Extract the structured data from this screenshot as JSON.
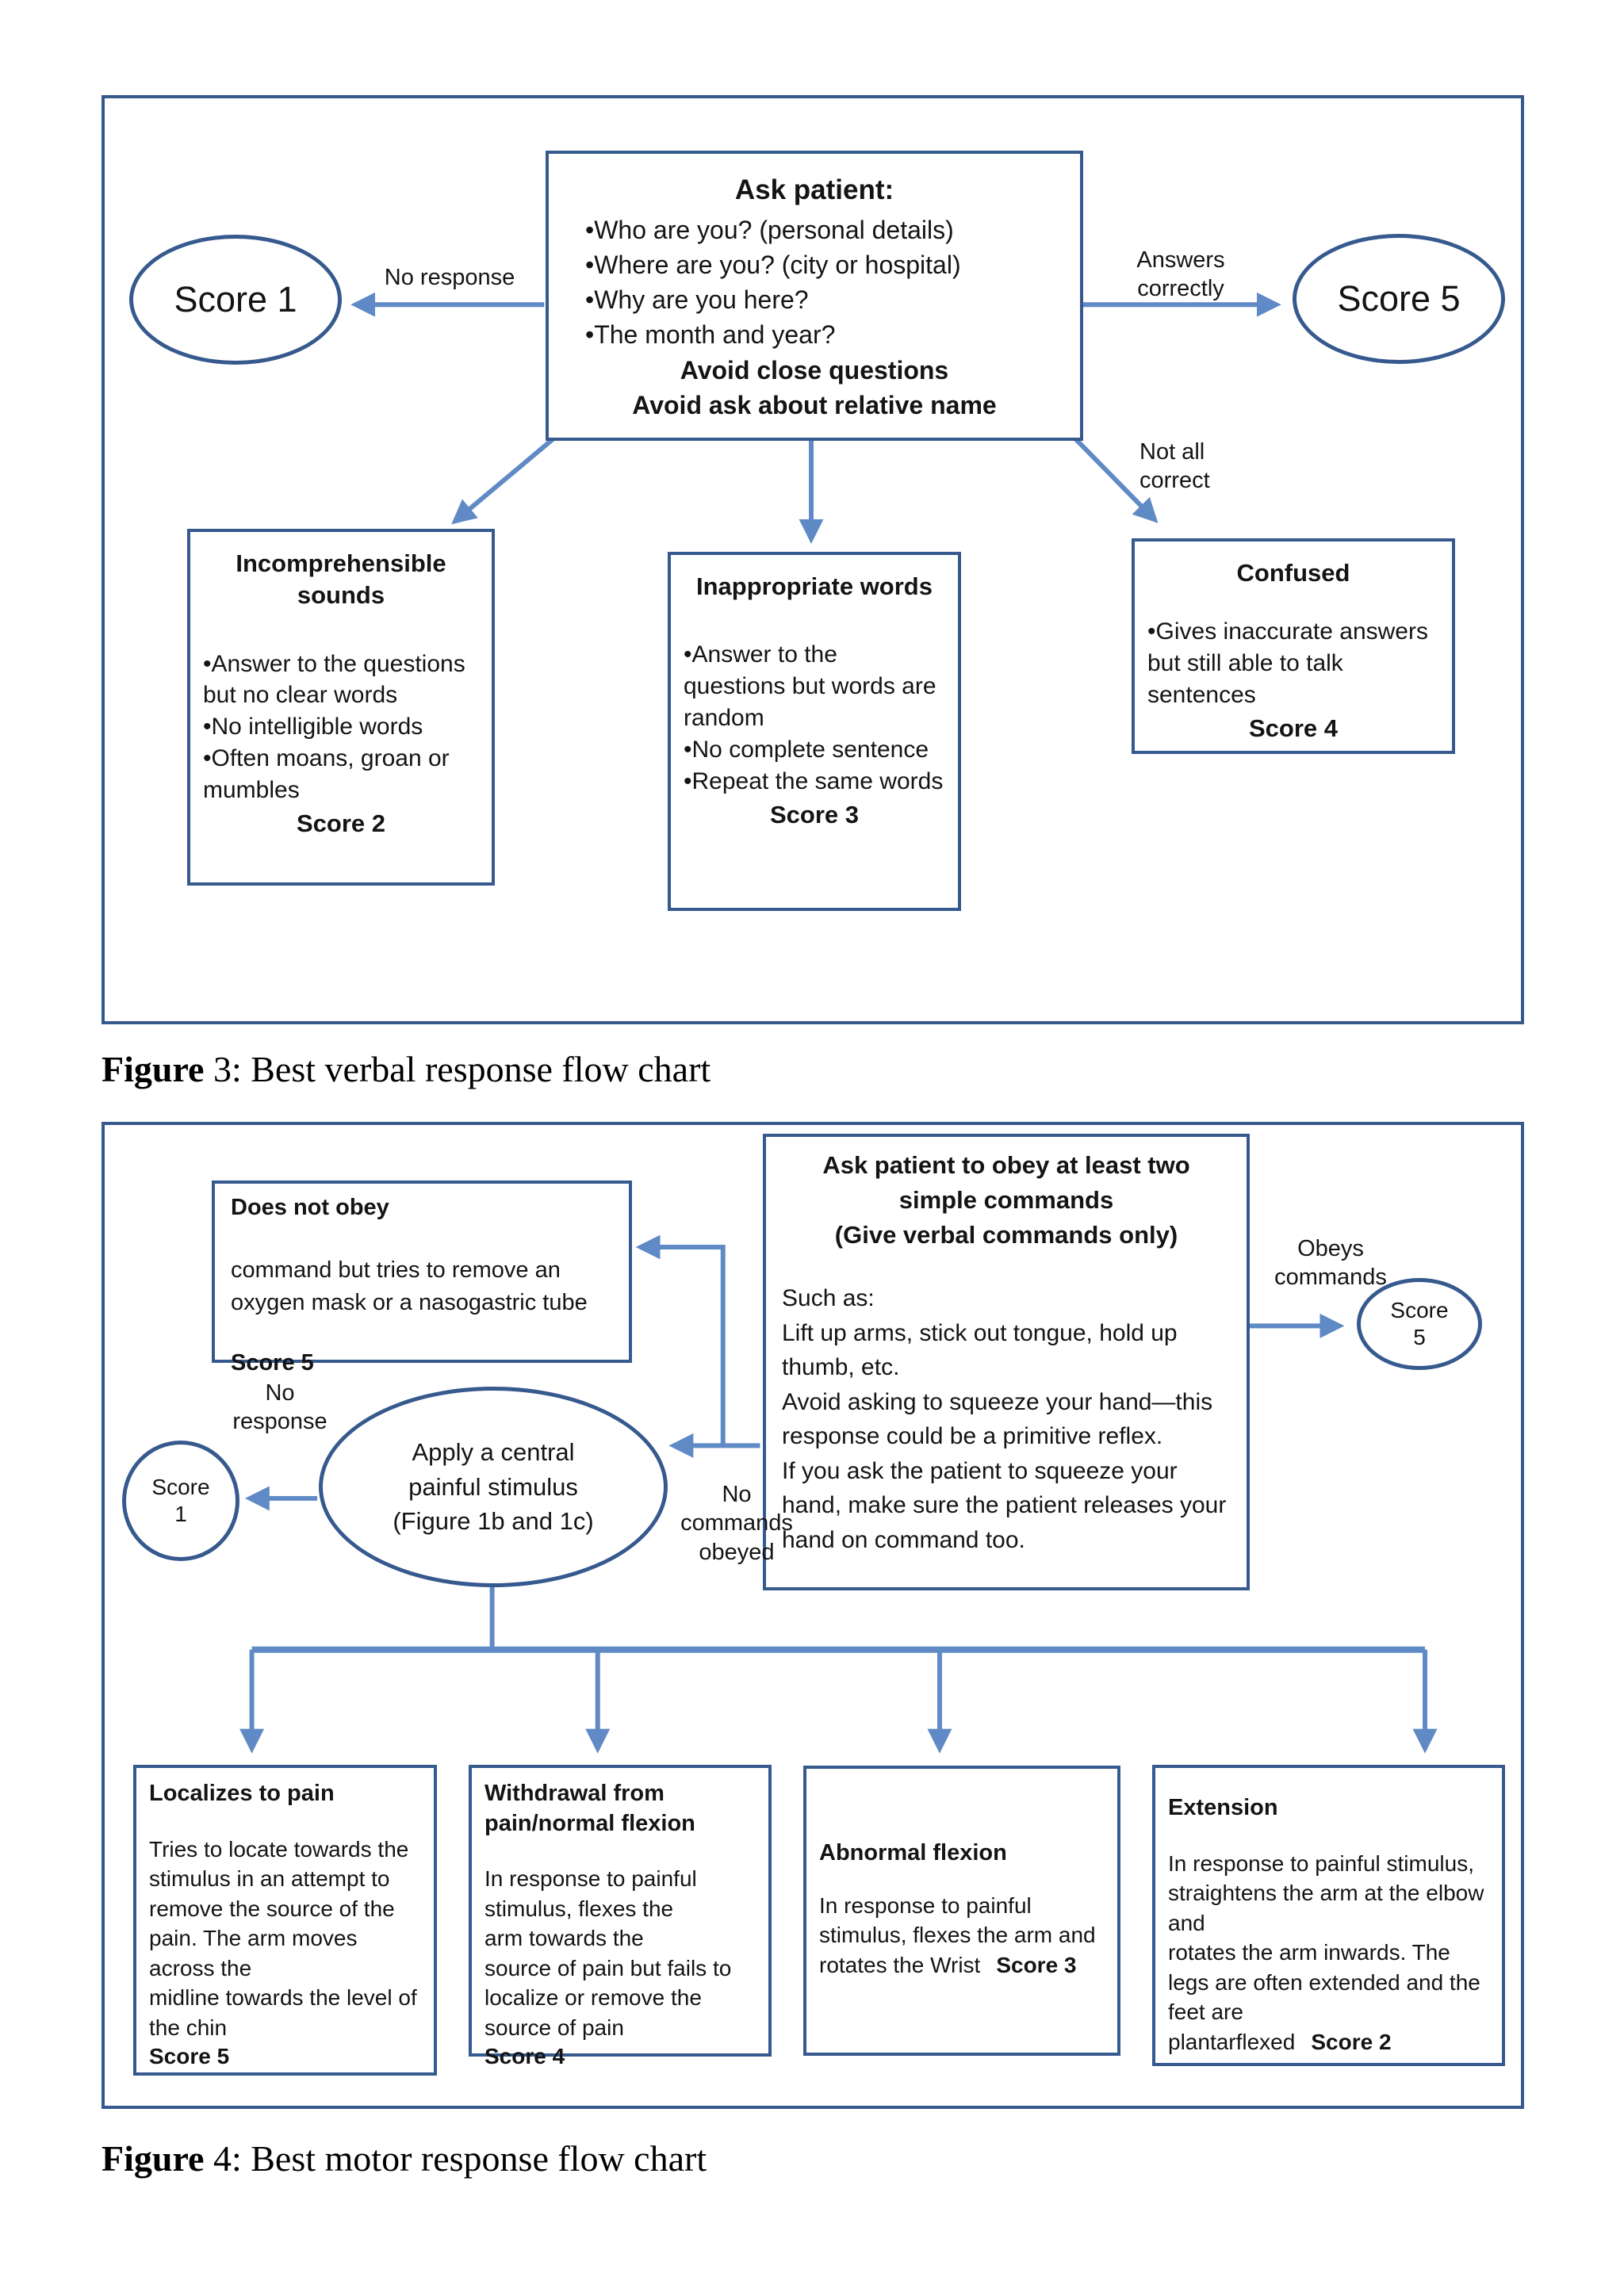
{
  "colors": {
    "line": "#36598e",
    "arrow": "#5f8ac6",
    "text": "#141414"
  },
  "fig3": {
    "ask_box": {
      "title": "Ask patient:",
      "bullets": [
        "•Who are you? (personal details)",
        "•Where are you? (city or hospital)",
        "•Why are you here?",
        "•The month and year?"
      ],
      "avoid1": "Avoid close questions",
      "avoid2": "Avoid ask about relative name"
    },
    "score1": "Score 1",
    "score5": "Score 5",
    "labels": {
      "no_response": "No response",
      "answers_correctly": "Answers correctly",
      "not_all_correct": "Not all correct"
    },
    "incomprehensible": {
      "title": "Incomprehensible sounds",
      "bullets": [
        "•Answer to the questions but no clear words",
        "•No intelligible words",
        "•Often moans, groan or mumbles"
      ],
      "score": "Score 2"
    },
    "inappropriate": {
      "title": "Inappropriate words",
      "bullets": [
        "•Answer to the questions but words are random",
        "•No complete sentence",
        "•Repeat the same words"
      ],
      "score": "Score 3"
    },
    "confused": {
      "title": "Confused",
      "bullets": [
        "•Gives inaccurate answers but still able to talk sentences"
      ],
      "score": "Score 4"
    },
    "caption": {
      "label": "Figure",
      "text": " 3: Best verbal response flow chart"
    }
  },
  "fig4": {
    "command_box": {
      "title": "Ask patient to obey at least two\nsimple commands",
      "subtitle": "(Give verbal commands only)",
      "body": [
        "Such as:",
        "Lift up arms, stick out tongue, hold up thumb, etc.",
        "Avoid asking to squeeze your hand—this response could be a primitive reflex.",
        " If you ask the patient to squeeze your hand, make sure the patient releases your hand on command too."
      ]
    },
    "does_not_obey": {
      "title": "Does not obey",
      "body": "command but tries to remove an oxygen mask or a nasogastric tube",
      "score": "Score 5"
    },
    "stimulus_ellipse": "Apply a central\npainful stimulus\n(Figure 1b and 1c)",
    "score1": {
      "line1": "Score",
      "line2": "1"
    },
    "score5": {
      "line1": "Score",
      "line2": "5"
    },
    "labels": {
      "obeys_commands": "Obeys commands",
      "no_response": "No response",
      "no_commands_obeyed": "No commands obeyed"
    },
    "localizes": {
      "title": "Localizes to pain",
      "body": "Tries to locate towards the stimulus in an attempt to remove the source of the pain. The arm moves across the\nmidline towards the level of the chin",
      "score": "Score 5"
    },
    "withdrawal": {
      "title": "Withdrawal from pain/normal flexion",
      "body": "In response to painful stimulus, flexes the\narm towards the\nsource of pain but fails to localize or remove the source of pain",
      "score": "Score 4"
    },
    "abnormal": {
      "title": "Abnormal flexion",
      "body": "In response to painful stimulus, flexes the arm and rotates the Wrist",
      "score": "Score 3"
    },
    "extension": {
      "title": "Extension",
      "body": "In response to painful stimulus, straightens the arm at the elbow and\nrotates the arm inwards. The legs are often extended and the feet are\nplantarflexed",
      "score": "Score 2"
    },
    "caption": {
      "label": "Figure",
      "text": " 4: Best motor response flow chart"
    }
  }
}
